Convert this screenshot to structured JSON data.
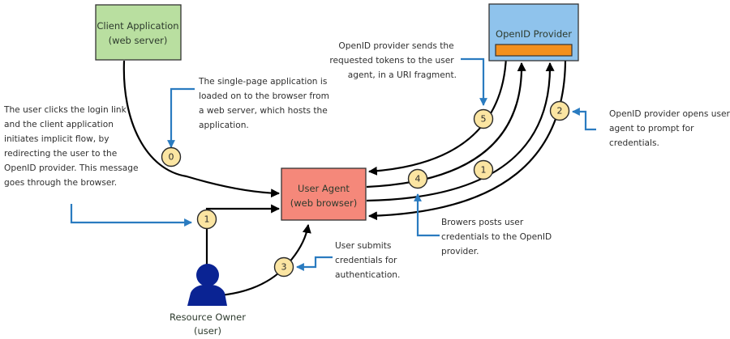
{
  "colors": {
    "client_box": "#b9dfa0",
    "provider_box": "#8fc3ec",
    "provider_bar": "#f3901e",
    "user_agent_box": "#f5887a",
    "step_circle": "#fbe5a2",
    "callout": "#2a7bc0",
    "person": "#0a2393"
  },
  "nodes": {
    "client_app": {
      "line1": "Client Application",
      "line2": "(web server)"
    },
    "openid_provider": {
      "line1": "OpenID Provider"
    },
    "user_agent": {
      "line1": "User Agent",
      "line2": "(web browser)"
    },
    "resource_owner": {
      "line1": "Resource Owner",
      "line2": "(user)"
    }
  },
  "steps": {
    "s0": "0",
    "s1_left": "1",
    "s1_right": "1",
    "s2": "2",
    "s3": "3",
    "s4": "4",
    "s5": "5"
  },
  "notes": {
    "login": [
      "The user clicks the login link",
      "and the client application",
      "initiates implicit flow, by",
      "redirecting the user to the",
      "OpenID provider. This message",
      "goes through the browser."
    ],
    "spa": [
      "The single-page application is",
      "loaded on to the browser from",
      "a web server, which hosts the",
      "application."
    ],
    "tokens": [
      "OpenID provider sends the",
      "requested tokens to the user",
      "agent, in a URI fragment."
    ],
    "prompt": [
      "OpenID provider opens user",
      "agent to prompt for",
      "credentials."
    ],
    "posts": [
      "Browers posts user",
      "credentials to the OpenID",
      "provider."
    ],
    "submits": [
      "User submits",
      "credentials for",
      "authentication."
    ]
  }
}
